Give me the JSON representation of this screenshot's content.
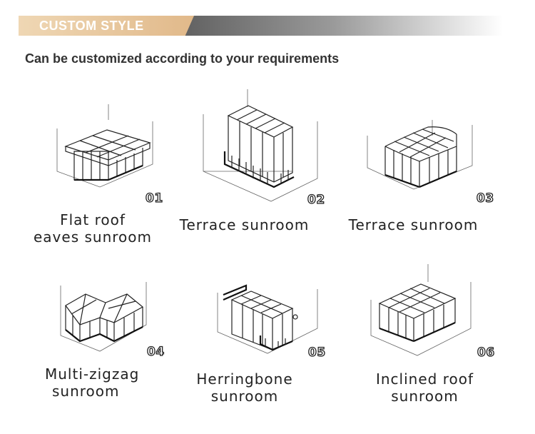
{
  "header": {
    "banner_title": "CUSTOM STYLE",
    "subtitle": "Can be customized according to your requirements"
  },
  "items": [
    {
      "number": "01",
      "caption_line1": "Flat roof",
      "caption_line2": "eaves sunroom",
      "icon": "flat-roof-eaves-sunroom-drawing"
    },
    {
      "number": "02",
      "caption_line1": "Terrace sunroom",
      "caption_line2": "",
      "icon": "terrace-sunroom-drawing"
    },
    {
      "number": "03",
      "caption_line1": "Terrace sunroom",
      "caption_line2": "",
      "icon": "curved-terrace-sunroom-drawing"
    },
    {
      "number": "04",
      "caption_line1": "Multi-zigzag",
      "caption_line2": "sunroom",
      "icon": "multi-zigzag-sunroom-drawing"
    },
    {
      "number": "05",
      "caption_line1": "Herringbone sunroom",
      "caption_line2": "",
      "icon": "herringbone-sunroom-drawing"
    },
    {
      "number": "06",
      "caption_line1": "Inclined roof sunroom",
      "caption_line2": "",
      "icon": "inclined-roof-sunroom-drawing"
    }
  ]
}
